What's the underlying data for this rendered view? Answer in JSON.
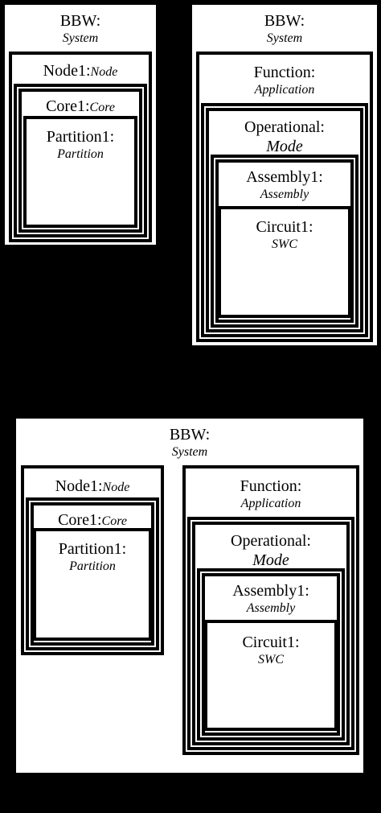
{
  "top_left": {
    "system": {
      "name": "BBW:",
      "type": "System"
    },
    "node": {
      "name": "Node1:",
      "type": "Node"
    },
    "core": {
      "name": "Core1:",
      "type": "Core"
    },
    "partition": {
      "name": "Partition1:",
      "type": "Partition"
    }
  },
  "top_right": {
    "system": {
      "name": "BBW:",
      "type": "System"
    },
    "function": {
      "name": "Function:",
      "type": "Application"
    },
    "mode": {
      "name": "Operational:",
      "type": "Mode"
    },
    "assembly": {
      "name": "Assembly1:",
      "type": "Assembly"
    },
    "circuit": {
      "name": "Circuit1:",
      "type": "SWC"
    }
  },
  "bottom": {
    "system": {
      "name": "BBW:",
      "type": "System"
    },
    "node": {
      "name": "Node1:",
      "type": "Node"
    },
    "core": {
      "name": "Core1:",
      "type": "Core"
    },
    "partition": {
      "name": "Partition1:",
      "type": "Partition"
    },
    "function": {
      "name": "Function:",
      "type": "Application"
    },
    "mode": {
      "name": "Operational:",
      "type": "Mode"
    },
    "assembly": {
      "name": "Assembly1:",
      "type": "Assembly"
    },
    "circuit": {
      "name": "Circuit1:",
      "type": "SWC"
    }
  }
}
